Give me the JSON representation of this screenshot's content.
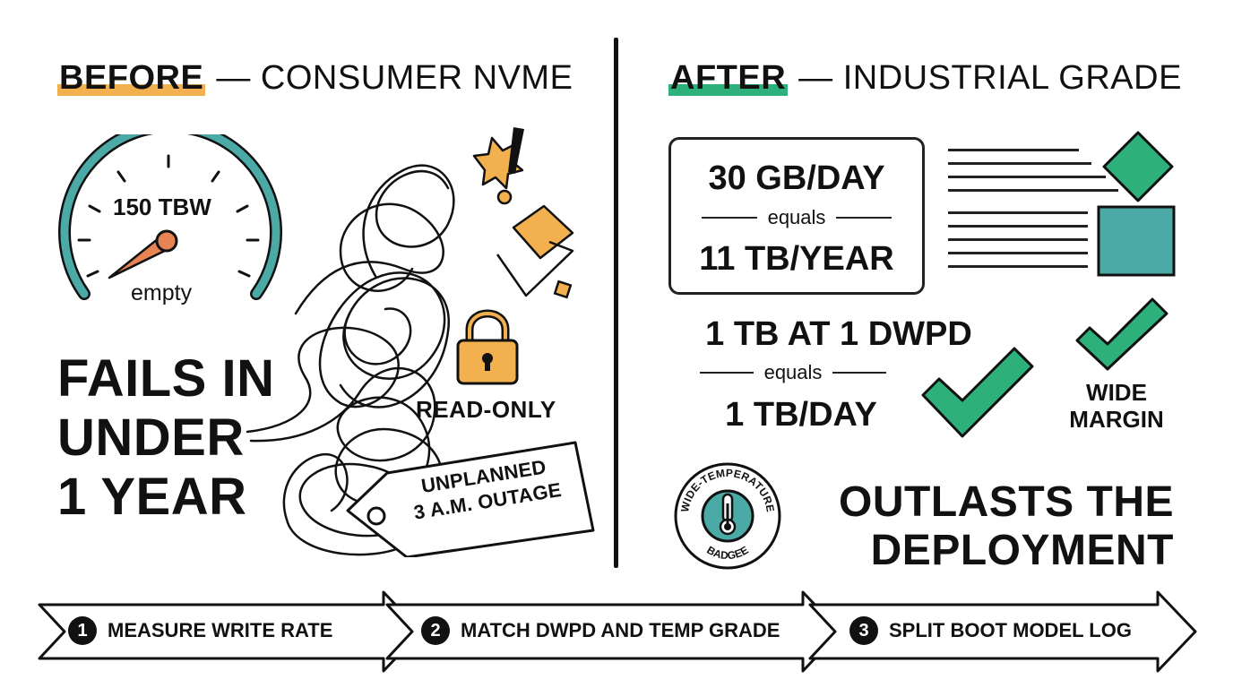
{
  "colors": {
    "before_accent": "#F2B04F",
    "after_accent": "#2DB07A",
    "gauge_teal": "#4BA9A6",
    "needle_orange": "#E88354",
    "ink": "#111111"
  },
  "before": {
    "tag": "BEFORE",
    "title": "— CONSUMER NVME",
    "gauge": {
      "label": "150 TBW",
      "sublabel": "empty",
      "level": 0.0
    },
    "headline": [
      "FAILS IN",
      "UNDER",
      "1 YEAR"
    ],
    "status": "READ-ONLY",
    "tag_card": [
      "UNPLANNED",
      "3 A.M. OUTAGE"
    ],
    "icons": [
      "gauge-icon",
      "tangled-wire-icon",
      "explosion-icon",
      "broken-shapes-icon",
      "padlock-icon",
      "price-tag-icon"
    ]
  },
  "after": {
    "tag": "AFTER",
    "title": "— INDUSTRIAL GRADE",
    "calc1": {
      "top": "30 GB/DAY",
      "eq": "equals",
      "bottom": "11 TB/YEAR"
    },
    "calc2": {
      "top": "1 TB AT 1 DWPD",
      "eq": "equals",
      "bottom": "1 TB/DAY"
    },
    "margin_label": [
      "WIDE",
      "MARGIN"
    ],
    "badge_text": "WIDE-TEMPERATURE BADGEE",
    "headline": [
      "OUTLASTS THE",
      "DEPLOYMENT"
    ],
    "icons": [
      "diamond-icon",
      "square-icon",
      "check-icon",
      "thermometer-icon"
    ]
  },
  "steps": [
    {
      "num": "1",
      "label": "MEASURE WRITE RATE"
    },
    {
      "num": "2",
      "label": "MATCH DWPD AND TEMP GRADE"
    },
    {
      "num": "3",
      "label": "SPLIT BOOT MODEL LOG"
    }
  ]
}
